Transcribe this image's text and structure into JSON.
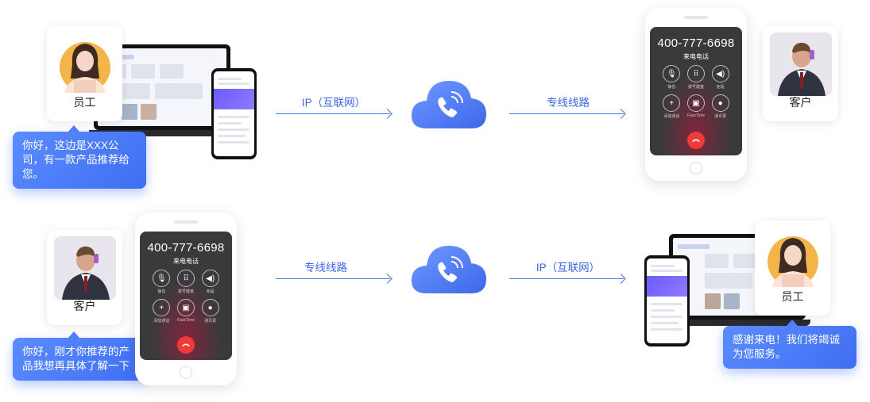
{
  "top": {
    "left_person": {
      "label": "员工"
    },
    "left_speech": "你好，这边是XXX公司，有一款产品推荐给您。",
    "arrow1": "IP（互联网）",
    "arrow2": "专线线路",
    "phone": {
      "number": "400-777-6698",
      "incoming": "来电电话",
      "keys": [
        "静音",
        "拨号键盘",
        "免提",
        "添加通话",
        "FaceTime",
        "通讯录"
      ]
    },
    "right_person": {
      "label": "客户"
    }
  },
  "bottom": {
    "left_person": {
      "label": "客户"
    },
    "left_speech": "你好，刚才你推荐的产品我想再具体了解一下",
    "phone": {
      "number": "400-777-6698",
      "incoming": "来电电话",
      "keys": [
        "静音",
        "拨号键盘",
        "免提",
        "添加通话",
        "FaceTime",
        "通讯录"
      ]
    },
    "arrow1": "专线线路",
    "arrow2": "IP（互联网）",
    "right_person": {
      "label": "员工"
    },
    "right_speech": "感谢来电！我们将竭诚为您服务。"
  },
  "colors": {
    "accent": "#4a78ef",
    "bubble": "#4f7ef8",
    "hangup": "#f03a3a",
    "screen": "#3a3a3d"
  }
}
